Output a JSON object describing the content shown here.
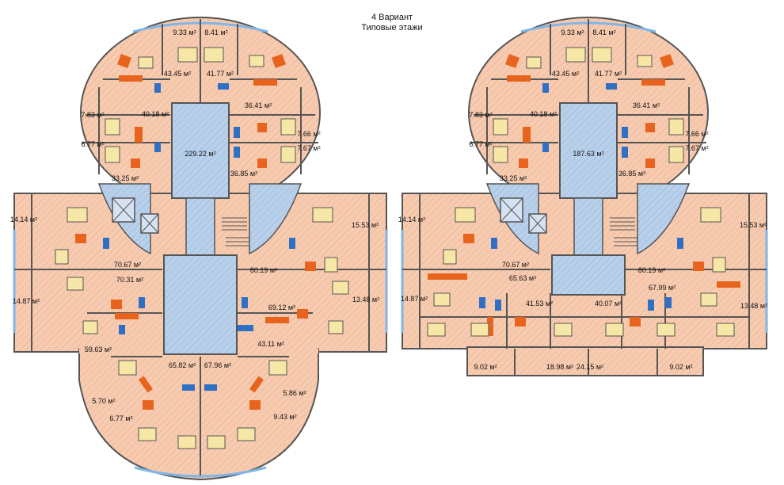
{
  "header": {
    "line1": "4 Вариант",
    "line2": "Типовые этажи"
  },
  "colors": {
    "room_fill": "#f7cbb0",
    "core_fill": "#b9d0ea",
    "wall": "#555555",
    "furniture_orange": "#e8641e",
    "furniture_blue": "#2f6fc4",
    "furniture_yellow": "#f6e7a6",
    "window": "#7fb6e8"
  },
  "plans": [
    {
      "id": "left-plan",
      "labels": [
        {
          "id": "l-a1",
          "text": "9.33 м²"
        },
        {
          "id": "l-a2",
          "text": "8.41 м²"
        },
        {
          "id": "l-a3",
          "text": "43.45 м²"
        },
        {
          "id": "l-a4",
          "text": "41.77 м²"
        },
        {
          "id": "l-a5",
          "text": "36.41 м²"
        },
        {
          "id": "l-a6",
          "text": "40.18 м²"
        },
        {
          "id": "l-a7",
          "text": "7.83 м²"
        },
        {
          "id": "l-a8",
          "text": "7.66 м²"
        },
        {
          "id": "l-a9",
          "text": "6.77 м²"
        },
        {
          "id": "l-a10",
          "text": "7.67 м²"
        },
        {
          "id": "l-a11",
          "text": "229.22 м²"
        },
        {
          "id": "l-a12",
          "text": "33.25 м²"
        },
        {
          "id": "l-a13",
          "text": "36.85 м²"
        },
        {
          "id": "l-a14",
          "text": "14.14 м²"
        },
        {
          "id": "l-a15",
          "text": "15.53 м²"
        },
        {
          "id": "l-a16",
          "text": "70.67 м²"
        },
        {
          "id": "l-a17",
          "text": "70.31 м²"
        },
        {
          "id": "l-a18",
          "text": "80.19 м²"
        },
        {
          "id": "l-a19",
          "text": "14.87 м²"
        },
        {
          "id": "l-a20",
          "text": "69.12 м²"
        },
        {
          "id": "l-a21",
          "text": "13.48 м²"
        },
        {
          "id": "l-a22",
          "text": "59.63 м²"
        },
        {
          "id": "l-a23",
          "text": "43.11 м²"
        },
        {
          "id": "l-a24",
          "text": "65.82 м²"
        },
        {
          "id": "l-a25",
          "text": "67.96 м²"
        },
        {
          "id": "l-a26",
          "text": "5.86 м²"
        },
        {
          "id": "l-a27",
          "text": "5.70 м²"
        },
        {
          "id": "l-a28",
          "text": "9.43 м²"
        },
        {
          "id": "l-a29",
          "text": "6.77 м²"
        }
      ]
    },
    {
      "id": "right-plan",
      "labels": [
        {
          "id": "r-a1",
          "text": "9.33 м²"
        },
        {
          "id": "r-a2",
          "text": "8.41 м²"
        },
        {
          "id": "r-a3",
          "text": "43.45 м²"
        },
        {
          "id": "r-a4",
          "text": "41.77 м²"
        },
        {
          "id": "r-a5",
          "text": "36.41 м²"
        },
        {
          "id": "r-a6",
          "text": "40.18 м²"
        },
        {
          "id": "r-a7",
          "text": "7.83 м²"
        },
        {
          "id": "r-a8",
          "text": "7.66 м²"
        },
        {
          "id": "r-a9",
          "text": "6.77 м²"
        },
        {
          "id": "r-a10",
          "text": "7.67 м²"
        },
        {
          "id": "r-a11",
          "text": "187.63 м²"
        },
        {
          "id": "r-a12",
          "text": "33.25 м²"
        },
        {
          "id": "r-a13",
          "text": "36.85 м²"
        },
        {
          "id": "r-a14",
          "text": "14.14 м²"
        },
        {
          "id": "r-a15",
          "text": "15.53 м²"
        },
        {
          "id": "r-a16",
          "text": "70.67 м²"
        },
        {
          "id": "r-a17",
          "text": "65.63 м²"
        },
        {
          "id": "r-a18",
          "text": "80.19 м²"
        },
        {
          "id": "r-a19",
          "text": "67.99 м²"
        },
        {
          "id": "r-a20",
          "text": "14.87 м²"
        },
        {
          "id": "r-a21",
          "text": "13.48 м²"
        },
        {
          "id": "r-a22",
          "text": "41.53 м²"
        },
        {
          "id": "r-a23",
          "text": "40.07 м²"
        },
        {
          "id": "r-a24",
          "text": "9.02 м²"
        },
        {
          "id": "r-a25",
          "text": "18.98 м²"
        },
        {
          "id": "r-a26",
          "text": "24.15 м²"
        },
        {
          "id": "r-a27",
          "text": "9.02 м²"
        }
      ]
    }
  ]
}
